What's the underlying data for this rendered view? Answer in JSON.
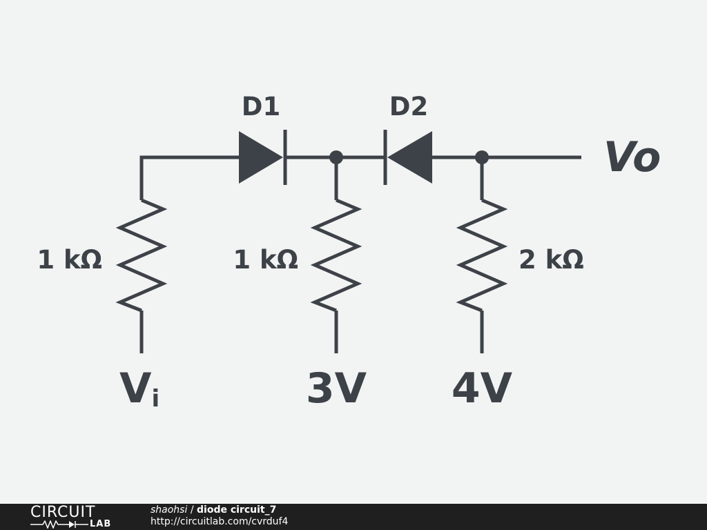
{
  "diagram": {
    "diodes": [
      {
        "id": "d1",
        "label": "D1"
      },
      {
        "id": "d2",
        "label": "D2"
      }
    ],
    "resistors": [
      {
        "id": "r1",
        "label": "1 kΩ"
      },
      {
        "id": "r2",
        "label": "1 kΩ"
      },
      {
        "id": "r3",
        "label": "2 kΩ"
      }
    ],
    "sources": {
      "vi_main": "V",
      "vi_sub": "i",
      "v3": "3V",
      "v4": "4V"
    },
    "output_label": "Vo"
  },
  "footer": {
    "logo_top": "CIRCUIT",
    "logo_bottom": "LAB",
    "author": "shaohsi",
    "separator": " / ",
    "title": "diode circuit_7",
    "url": "http://circuitlab.com/cvrduf4"
  }
}
